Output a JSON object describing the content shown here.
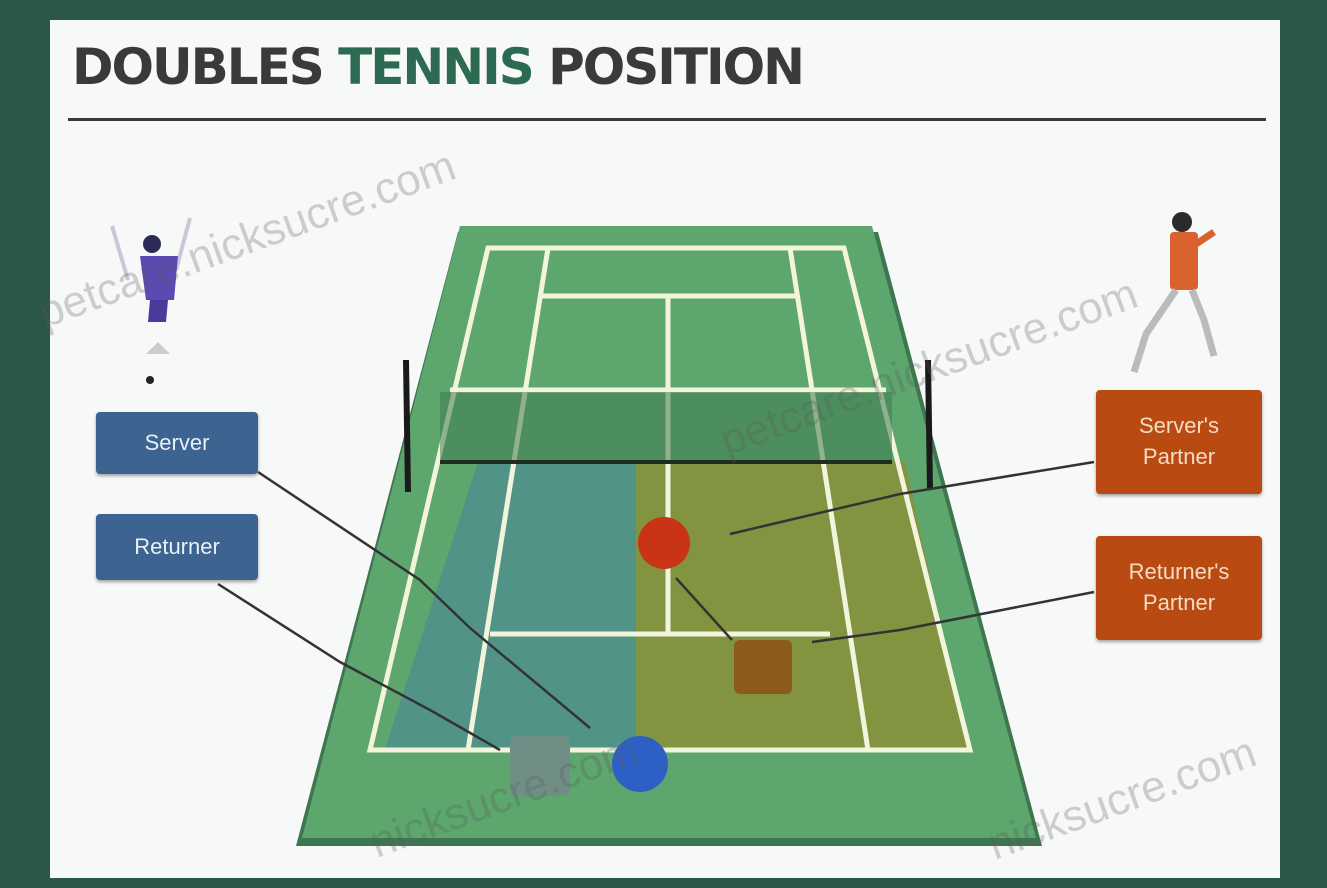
{
  "title": {
    "part1": "DOUBLES ",
    "part2": "TENNIS",
    "part3": " POSITION"
  },
  "labels": {
    "server": "Server",
    "returner": "Returner",
    "servers_partner": "Server's Partner",
    "returners_partner": "Returner's Partner"
  },
  "watermarks": {
    "wm1": "petcare.nicksucre.com",
    "wm2": "petcare.nicksucre.com",
    "wm3": "nicksucre.com",
    "wm4": "nicksucre.com"
  },
  "colors": {
    "court": "#5da66e",
    "lines": "#f2f5dc",
    "server_zone": "#4f8f8c",
    "returner_zone": "#8a9138",
    "server_marker": "#c93414",
    "returners_partner_marker": "#8c5a1a",
    "returner_marker": "#2e5fc4",
    "server_teammate_marker": "#708e86",
    "blue_label": "#3d6390",
    "orange_label": "#b84a12"
  }
}
